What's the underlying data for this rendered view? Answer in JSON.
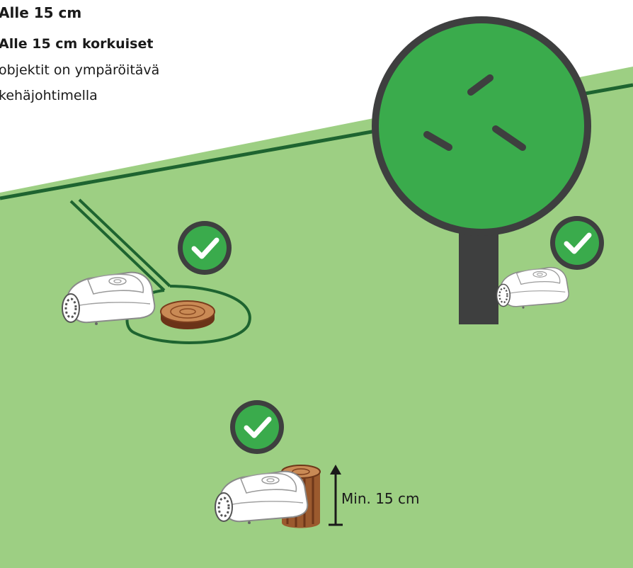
{
  "texts": {
    "heading_1": "Alle 15 cm",
    "heading_2": "Alle 15 cm korkuiset",
    "body_line_1": "objektit on ympäröitävä",
    "body_line_2": "kehäjohtimella",
    "measure_label": "Min. 15 cm"
  },
  "colors": {
    "lawn": "#9dcf83",
    "wire": "#1e6430",
    "canopy": "#3aab4c",
    "trunk_outline": "#3e3f3f",
    "check_bg": "#3aab4c",
    "wood": "#9b5a2e"
  },
  "icons": [
    "checkmark-icon",
    "robotic-mower-icon",
    "tree-icon",
    "log-stump-icon",
    "tree-stump-slice-icon",
    "height-arrow-icon"
  ]
}
